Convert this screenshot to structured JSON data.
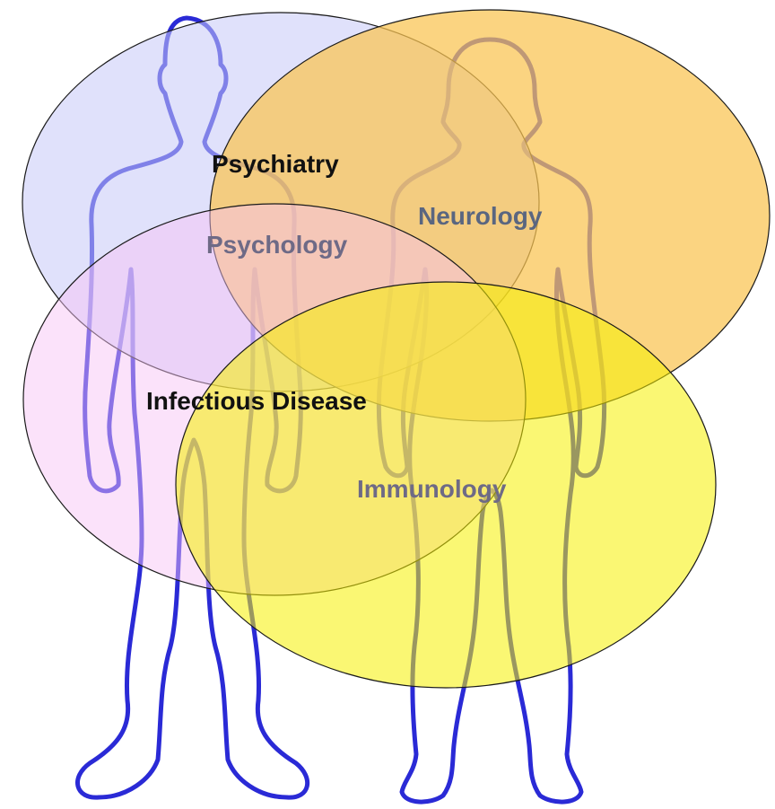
{
  "colors": {
    "body_outline": "#2a2ad6",
    "psychiatry_fill": "#c7c8f7",
    "neurology_fill": "#f9c451",
    "psychology_fill": "#f7c3f4",
    "immunology_fill": "#f5f000",
    "infectious_fill": "#f8c7a0",
    "ellipse_stroke": "#1a1a1a",
    "label_dark": "#111111",
    "label_muted": "#6e6a86",
    "label_neuro": "#5a6680"
  },
  "icons": {
    "male_figure": "male-body-outline-icon",
    "female_figure": "female-body-outline-icon"
  },
  "fields": {
    "psychiatry": "Psychiatry",
    "neurology": "Neurology",
    "psychology": "Psychology",
    "infectious_disease": "Infectious Disease",
    "immunology": "Immunology"
  }
}
